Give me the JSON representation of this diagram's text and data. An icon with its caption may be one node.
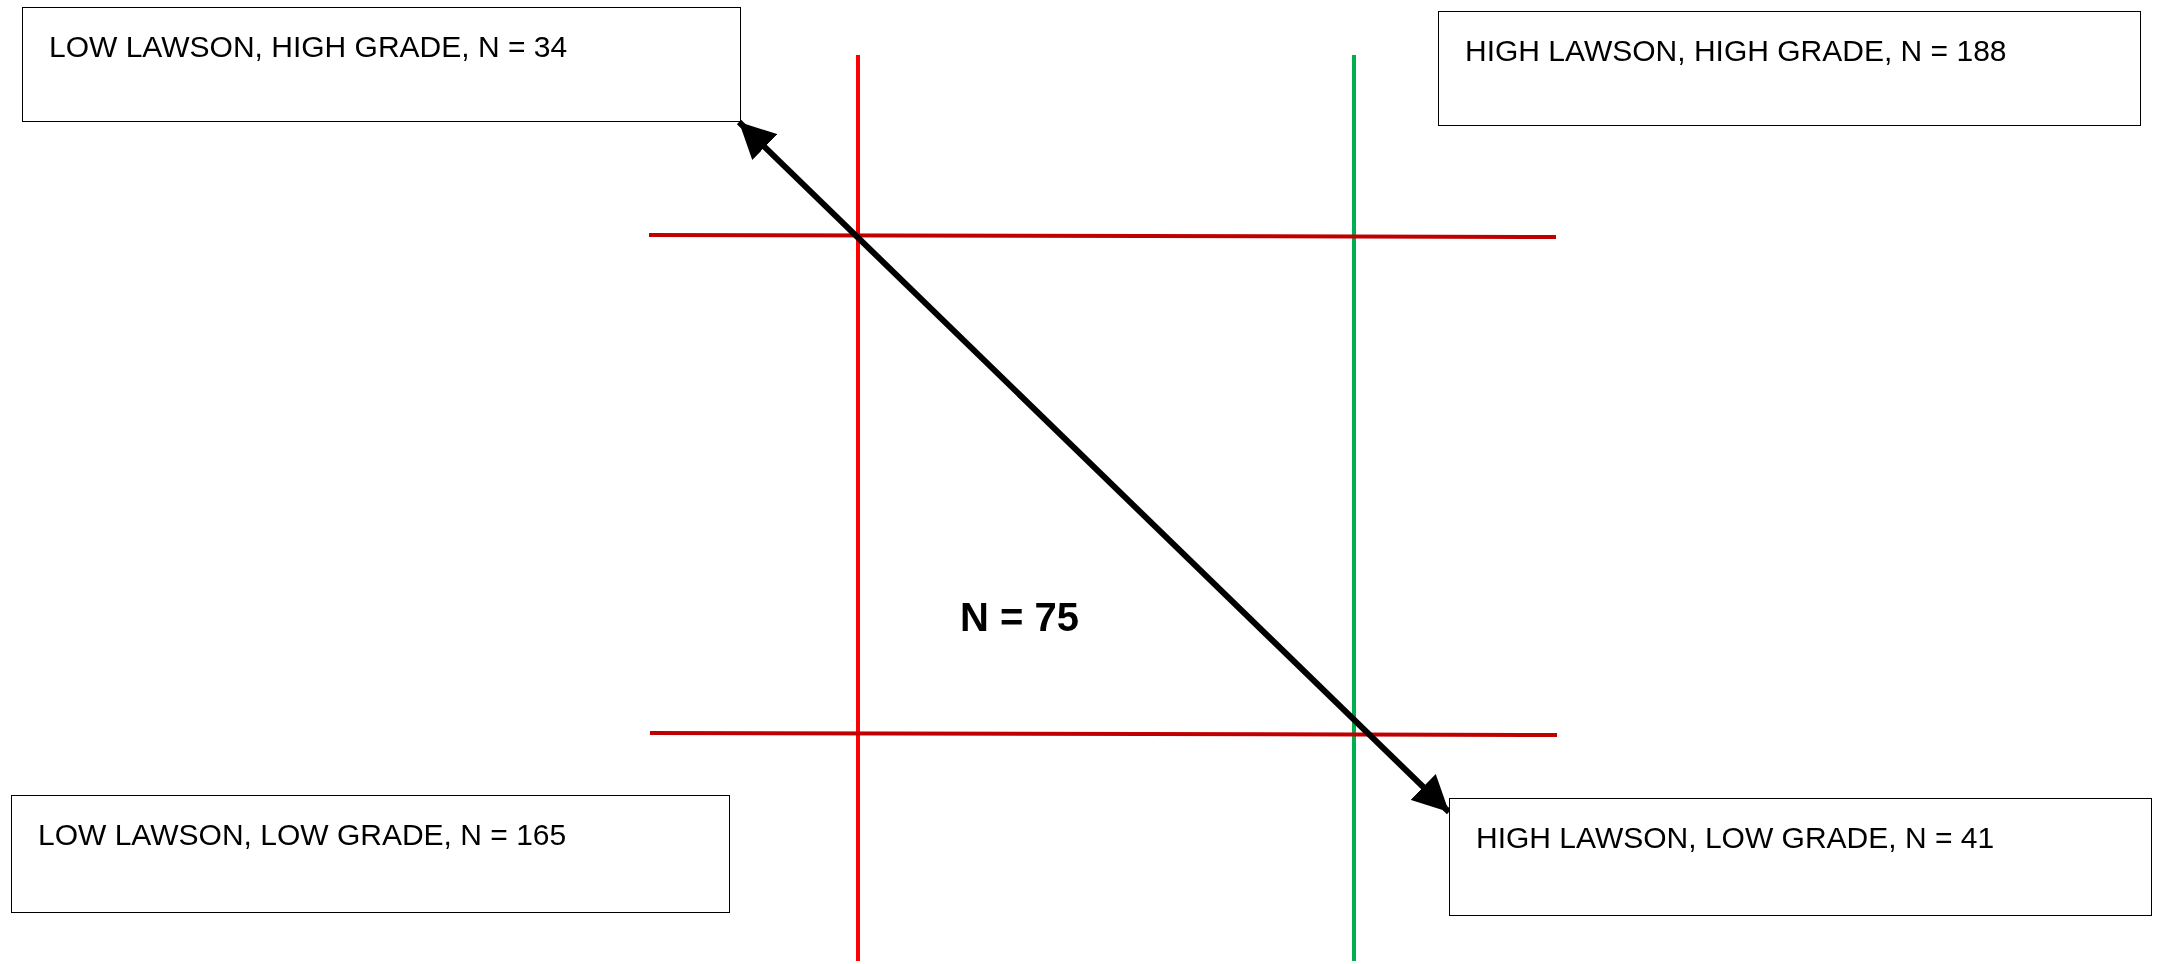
{
  "diagram": {
    "nodes": [
      {
        "text": [
          "LOW LAWSON, HIGH GRADE, N = 34"
        ]
      },
      {
        "text": [
          "HIGH LAWSON, HIGH GRADE, N = 188"
        ]
      },
      {
        "text": [
          "LOW LAWSON, LOW GRADE, N = 165"
        ]
      },
      {
        "text": [
          "HIGH LAWSON, LOW GRADE, N = 41"
        ]
      }
    ],
    "edges": [
      {
        "from": 0,
        "to": 3,
        "arrow": "both"
      }
    ],
    "labels": [
      "N = 75"
    ]
  }
}
